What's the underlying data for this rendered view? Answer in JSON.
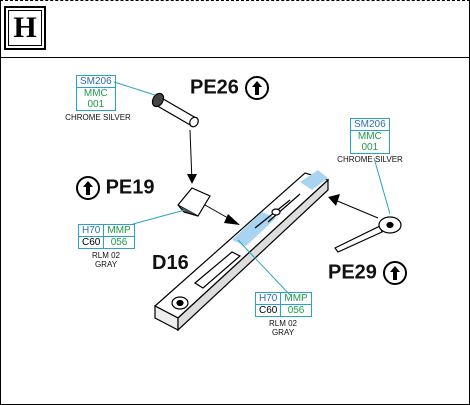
{
  "step": {
    "letter": "H"
  },
  "parts": {
    "pe26": "PE26",
    "pe19": "PE19",
    "pe29": "PE29",
    "d16": "D16"
  },
  "paint_tags": {
    "pe26": {
      "code_top": "SM206",
      "code_mid": "MMC",
      "code_bot": "001",
      "name": "CHROME SILVER"
    },
    "pe29": {
      "code_top": "SM206",
      "code_mid": "MMC",
      "code_bot": "001",
      "name": "CHROME SILVER"
    },
    "pe19": {
      "h": "H70",
      "mmp": "MMP",
      "c": "C60",
      "num": "056",
      "name1": "RLM 02",
      "name2": "GRAY"
    },
    "d16": {
      "h": "H70",
      "mmp": "MMP",
      "c": "C60",
      "num": "056",
      "name1": "RLM 02",
      "name2": "GRAY"
    }
  },
  "colors": {
    "leader": "#29a3c7",
    "highlight": "#a9d4ef"
  }
}
